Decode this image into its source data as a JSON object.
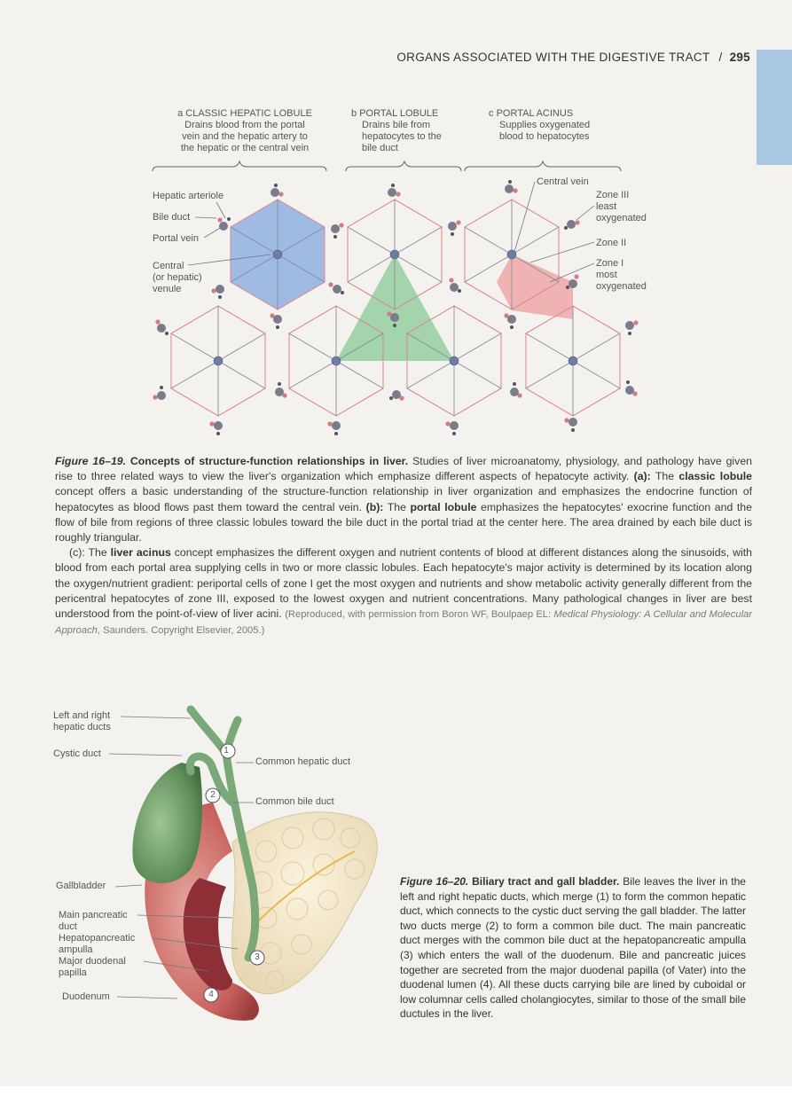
{
  "header": {
    "title": "ORGANS ASSOCIATED WITH THE DIGESTIVE TRACT",
    "separator": "/",
    "page_number": "295"
  },
  "figure_16_19": {
    "panels": [
      {
        "letter": "a",
        "title": "CLASSIC HEPATIC LOBULE",
        "desc": [
          "Drains blood from the portal",
          "vein and the hepatic artery to",
          "the hepatic or the central vein"
        ]
      },
      {
        "letter": "b",
        "title": "PORTAL LOBULE",
        "desc": [
          "Drains bile from",
          "hepatocytes to the",
          "bile duct"
        ]
      },
      {
        "letter": "c",
        "title": "PORTAL ACINUS",
        "desc": [
          "Supplies oxygenated",
          "blood to hepatocytes"
        ]
      }
    ],
    "left_labels": {
      "hepatic_arteriole": "Hepatic arteriole",
      "bile_duct": "Bile duct",
      "portal_vein": "Portal vein",
      "central_1": "Central",
      "central_2": "(or hepatic)",
      "central_3": "venule"
    },
    "right_labels": {
      "central_vein": "Central vein",
      "zone3_1": "Zone III",
      "zone3_2": "least",
      "zone3_3": "oxygenated",
      "zone2": "Zone II",
      "zone1_1": "Zone I",
      "zone1_2": "most",
      "zone1_3": "oxygenated"
    },
    "colors": {
      "lobule_blue": "#8fb0e0",
      "portal_green": "#8fcc9a",
      "acinus_red": "#eb8a8a",
      "vessel": "#6b6b80"
    }
  },
  "caption_16_19": {
    "fig_label": "Figure 16–19.",
    "p1_title": "Concepts of structure-function relationships in liver.",
    "p1_t1": " Studies of liver microanatomy, physiology, and pathology have given rise to three related ways to view the liver's organization which emphasize different aspects of hepatocyte activity. ",
    "p1_a": "(a):",
    "p1_t2": " The ",
    "p1_classic": "classic lobule",
    "p1_t3": " concept offers a basic understanding of the structure-function relationship in liver organization and emphasizes the endocrine function of hepatocytes as blood flows past them toward the central vein. ",
    "p1_b": "(b):",
    "p1_t4": " The ",
    "p1_portal": "portal lobule",
    "p1_t5": " emphasizes the hepatocytes' exocrine function and the flow of bile from regions of three classic lobules toward the bile duct in the portal triad at the center here. The area drained by each bile duct is roughly triangular.",
    "p2_c": "(c):",
    "p2_t1": " The ",
    "p2_acinus": "liver acinus",
    "p2_t2": " concept emphasizes the different oxygen and nutrient contents of blood at different distances along the sinusoids, with blood from each portal area supplying cells in two or more classic lobules. Each hepatocyte's major activity is determined by its location along the oxygen/nutrient gradient: periportal cells of zone I get the most oxygen and nutrients and show metabolic activity generally different from the pericentral hepatocytes of zone III, exposed to the lowest oxygen and nutrient concentrations. Many pathological changes in liver are best understood from the point-of-view of liver acini. ",
    "ref1": "(Reproduced, with permission from Boron WF, Boulpaep EL: ",
    "ref_book": "Medical Physiology: A Cellular and Molecular Approach",
    "ref2": ", Saunders. Copyright Elsevier, 2005.)"
  },
  "figure_16_20": {
    "labels": {
      "lr_hepatic_1": "Left and right",
      "lr_hepatic_2": "hepatic ducts",
      "cystic": "Cystic duct",
      "common_hepatic": "Common hepatic duct",
      "common_bile": "Common bile duct",
      "gallbladder": "Gallbladder",
      "main_panc_1": "Main pancreatic",
      "main_panc_2": "duct",
      "hepatopanc_1": "Hepatopancreatic",
      "hepatopanc_2": "ampulla",
      "major_duod_1": "Major duodenal",
      "major_duod_2": "papilla",
      "duodenum": "Duodenum"
    },
    "markers": [
      "1",
      "2",
      "3",
      "4"
    ]
  },
  "caption_16_20": {
    "fig_label": "Figure 16–20.",
    "title": "Biliary tract and gall bladder.",
    "text": " Bile leaves the liver in the left and right hepatic ducts, which merge (1) to form the common hepatic duct, which connects to the cystic duct serving the gall bladder. The latter two ducts merge (2) to form a common bile duct. The main pancreatic duct merges with the common bile duct at the hepatopancreatic ampulla (3) which enters the wall of the duodenum. Bile and pancreatic juices together are secreted from the major duodenal papilla (of Vater) into the duodenal lumen (4). All these ducts carrying bile are lined by cuboidal or low columnar cells called cholangiocytes, similar to those of the small bile ductules in the liver."
  }
}
